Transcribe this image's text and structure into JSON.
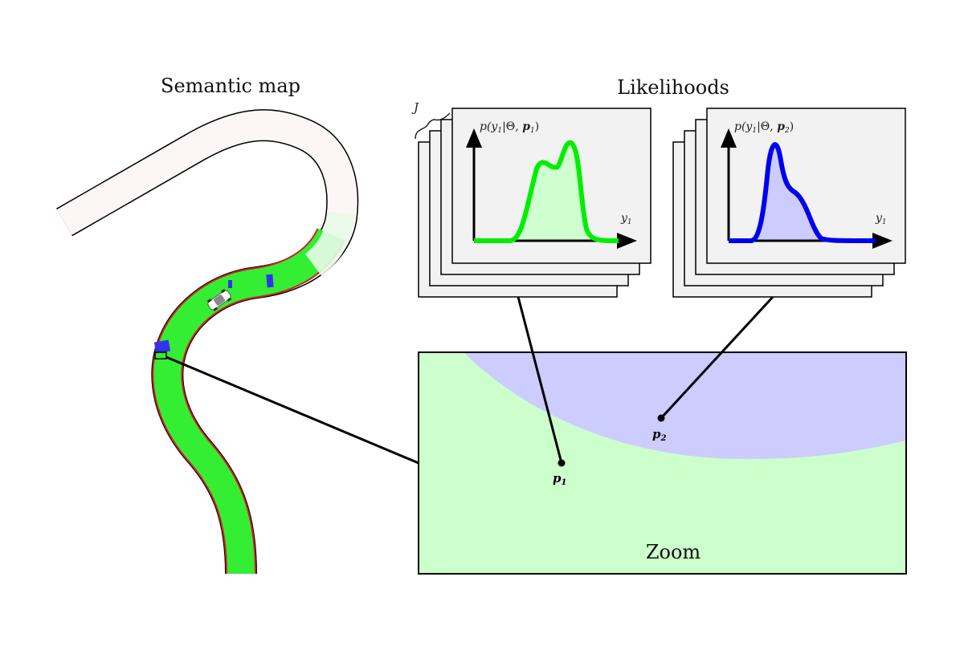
{
  "titles": {
    "semantic_map": "Semantic map",
    "likelihoods": "Likelihoods",
    "zoom": "Zoom"
  },
  "stack_label": "J",
  "plots": [
    {
      "ylabel_pre": "p(y",
      "ylabel_sub1": "1",
      "ylabel_mid": "|Θ, ",
      "ylabel_p": "p",
      "ylabel_sub2": "1",
      "ylabel_post": ")",
      "xlabel": "y",
      "xlabel_sub": "1",
      "color": "#00ee00",
      "fill": "#cfffcf"
    },
    {
      "ylabel_pre": "p(y",
      "ylabel_sub1": "1",
      "ylabel_mid": "|Θ, ",
      "ylabel_p": "p",
      "ylabel_sub2": "2",
      "ylabel_post": ")",
      "xlabel": "y",
      "xlabel_sub": "1",
      "color": "#0000ee",
      "fill": "#ccccff"
    }
  ],
  "points": [
    {
      "label": "p",
      "sub": "1"
    },
    {
      "label": "p",
      "sub": "2"
    }
  ],
  "colors": {
    "green_region": "#ccffcc",
    "blue_region": "#ccccff",
    "panel_bg": "#f2f2f2",
    "road_fill": "#fdf6f6",
    "track_green": "#33ee33",
    "track_red": "#cc2222"
  }
}
